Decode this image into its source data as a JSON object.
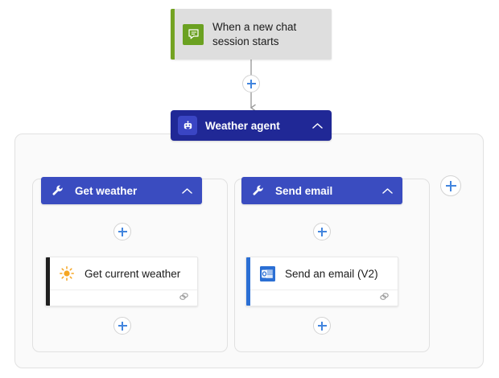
{
  "canvas": {
    "background": "#ffffff",
    "accent_blue": "#3A4CC0",
    "agent_blue": "#202896",
    "trigger_green": "#6BA121",
    "plus_blue": "#4285DE",
    "sun_orange": "#F5A623",
    "outlook_blue": "#2B6FD4"
  },
  "trigger": {
    "label": "When a new chat session starts",
    "icon": "chat-bubble-icon",
    "accent_color": "#74A322"
  },
  "agent": {
    "title": "Weather agent",
    "icon": "robot-icon",
    "collapse_icon": "chevron-up-icon"
  },
  "tools": [
    {
      "title": "Get weather",
      "icon": "wrench-icon",
      "collapse_icon": "chevron-up-icon",
      "action": {
        "label": "Get current weather",
        "icon": "sun-icon",
        "accent_color": "#1f1f1f",
        "footer_icon": "connector-plug-icon"
      }
    },
    {
      "title": "Send email",
      "icon": "wrench-icon",
      "collapse_icon": "chevron-up-icon",
      "action": {
        "label": "Send an email (V2)",
        "icon": "outlook-icon",
        "accent_color": "#2B6FD4",
        "footer_icon": "connector-plug-icon"
      }
    }
  ],
  "buttons": {
    "add_step_trigger_to_agent": "+",
    "add_step_left_branch": "+",
    "add_step_right_branch": "+",
    "add_tool": "+",
    "add_step_left_bottom": "+",
    "add_step_right_bottom": "+"
  }
}
